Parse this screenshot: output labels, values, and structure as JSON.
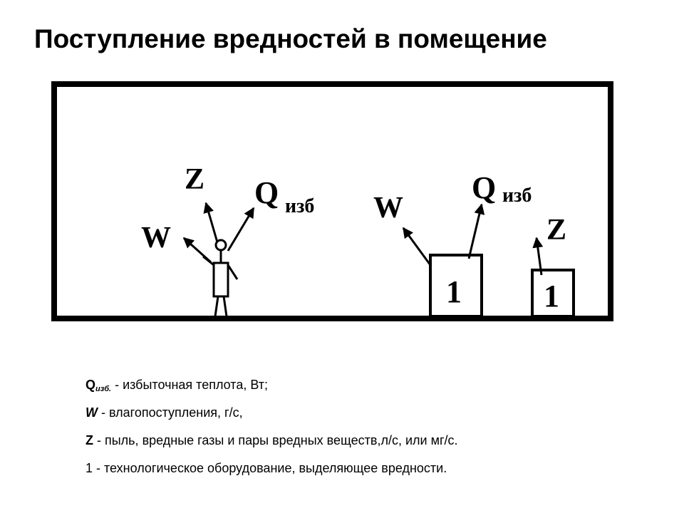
{
  "title": "Поступление вредностей в помещение",
  "diagram": {
    "person_labels": {
      "w": "W",
      "z": "Z",
      "q": "Q",
      "q_sub": "изб"
    },
    "equipment_labels": {
      "w": "W",
      "z": "Z",
      "q": "Q",
      "q_sub": "изб"
    },
    "box1_number": "1",
    "box2_number": "1"
  },
  "legend": {
    "q_symbol": "Q",
    "q_subscript": "изб.",
    "q_text": " - избыточная теплота, Вт;",
    "w_symbol": "W",
    "w_text": " - влагопоступления, г/с,",
    "z_symbol": "Z",
    "z_text": "  - пыль, вредные газы и пары вредных веществ,л/с, или мг/с.",
    "one_text": "1 - технологическое оборудование, выделяющее вредности."
  }
}
